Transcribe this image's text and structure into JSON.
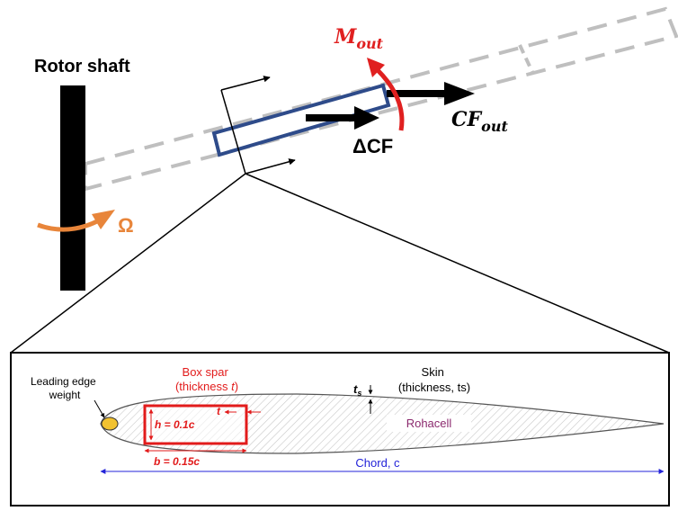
{
  "labels": {
    "rotor_shaft": "Rotor shaft",
    "omega": "Ω",
    "m_out_main": "M",
    "m_out_sub": "out",
    "cf_out_main": "CF",
    "cf_out_sub": "out",
    "delta_cf": "ΔCF",
    "leading_edge_line1": "Leading edge",
    "leading_edge_line2": "weight",
    "box_spar_line1": "Box spar",
    "box_spar_line2_pre": "(thickness ",
    "box_spar_line2_var": "t",
    "box_spar_line2_post": ")",
    "skin_line1": "Skin",
    "skin_line2": "(thickness, ts)",
    "ts_main": "t",
    "ts_sub": "s",
    "rohacell": "Rohacell",
    "h_label": "h = 0.1c",
    "t_label": "t",
    "b_label": "b = 0.15c",
    "chord": "Chord, c"
  },
  "colors": {
    "black": "#000000",
    "blade_blue": "#2e4b8a",
    "dash_grey": "#bfbfbf",
    "orange": "#e8853a",
    "red": "#e02020",
    "spar_red": "#e21b1b",
    "chord_blue": "#2323d8",
    "rohacell_purple": "#8b2a6e",
    "hatch_grey": "#c9c9c9",
    "le_weight_yellow": "#f2c230"
  }
}
